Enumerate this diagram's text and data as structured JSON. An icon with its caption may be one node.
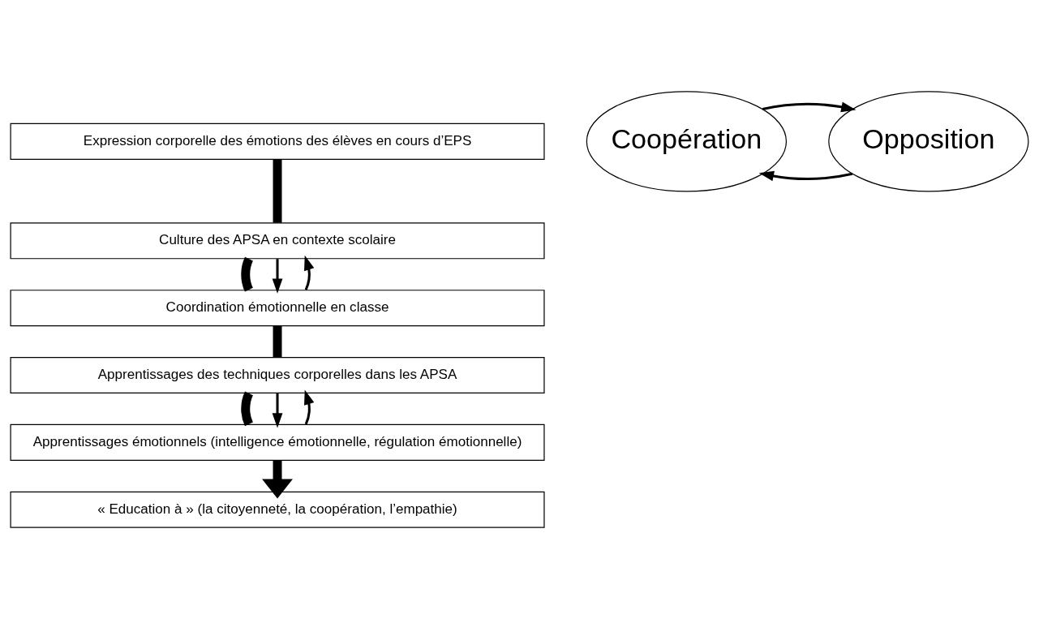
{
  "diagram": {
    "nodes": [
      {
        "text": [
          "Expression corporelle des émotions des élèves en cours d’EPS"
        ]
      },
      {
        "text": [
          "Culture des APSA en contexte scolaire"
        ]
      },
      {
        "text": [
          "Coordination émotionnelle en classe"
        ]
      },
      {
        "text": [
          "Coopération"
        ]
      },
      {
        "text": [
          "Opposition"
        ]
      },
      {
        "text": [
          "Apprentissages des techniques corporelles dans les APSA"
        ]
      },
      {
        "text": [
          "Apprentissages émotionnels (intelligence émotionnelle, régulation émotionnelle)"
        ]
      },
      {
        "text": [
          "« Education à » (la citoyenneté, la coopération, l’empathie)"
        ]
      }
    ],
    "edges": [
      {
        "from": 0,
        "to": 1,
        "arrow": "none",
        "style": "thick"
      },
      {
        "from": 1,
        "to": 2,
        "arrow": "none",
        "style": "thick"
      },
      {
        "from": 2,
        "to": 5,
        "arrow": "none",
        "style": "thick"
      },
      {
        "from": 5,
        "to": 6,
        "arrow": "none",
        "style": "thick"
      },
      {
        "from": 6,
        "to": 7,
        "arrow": "to",
        "style": "thick"
      },
      {
        "from": 1,
        "to": 2,
        "arrow": "to"
      },
      {
        "from": 2,
        "to": 1,
        "arrow": "to"
      },
      {
        "from": 4,
        "to": 3,
        "arrow": "to"
      },
      {
        "from": 3,
        "to": 4,
        "arrow": "to"
      },
      {
        "from": 5,
        "to": 6,
        "arrow": "to"
      },
      {
        "from": 6,
        "to": 5,
        "arrow": "to"
      }
    ]
  }
}
